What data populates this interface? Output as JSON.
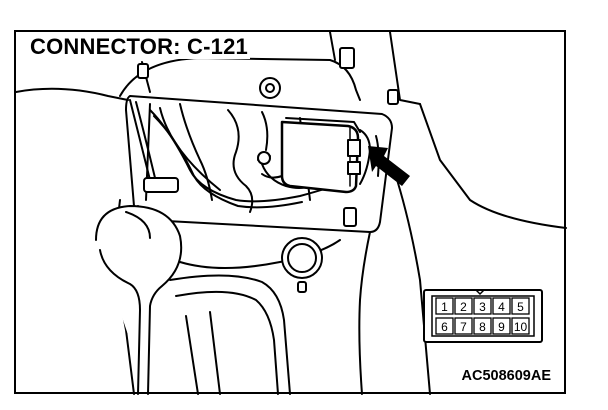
{
  "diagram": {
    "title": "CONNECTOR: C-121",
    "figure_code": "AC508609AE",
    "connector": {
      "top_row": [
        "1",
        "2",
        "3",
        "4",
        "5"
      ],
      "bottom_row": [
        "6",
        "7",
        "8",
        "9",
        "10"
      ]
    },
    "colors": {
      "line": "#000000",
      "background": "#ffffff"
    }
  }
}
